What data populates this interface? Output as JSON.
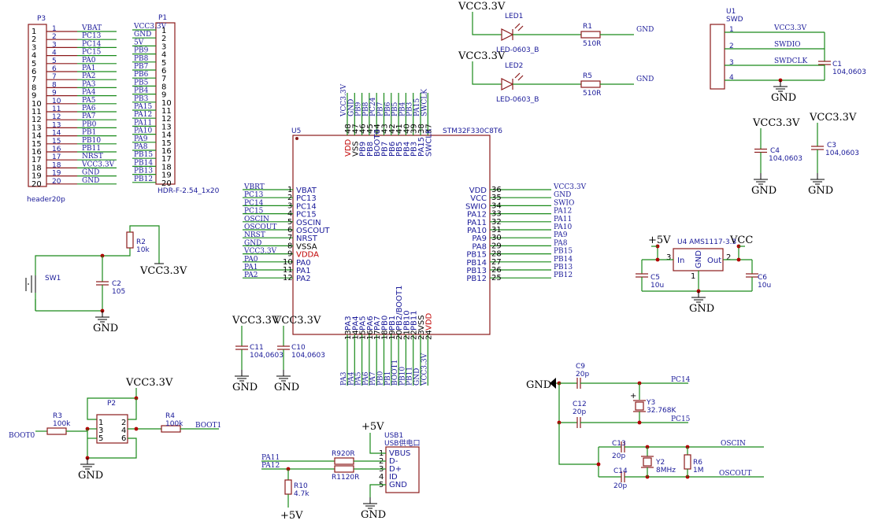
{
  "header_p3": {
    "ref": "P3",
    "value": "header20p",
    "nets": [
      "VBAT",
      "PC13",
      "PC14",
      "PC15",
      "PA0",
      "PA1",
      "PA2",
      "PA3",
      "PA4",
      "PA5",
      "PA6",
      "PA7",
      "PB0",
      "PB1",
      "PB10",
      "PB11",
      "NRST",
      "VCC3.3V",
      "GND",
      "GND"
    ]
  },
  "header_p1": {
    "ref": "P1",
    "value": "HDR-F-2.54_1x20",
    "nets": [
      "VCC3.3V",
      "GND",
      "5V",
      "PB9",
      "PB8",
      "PB7",
      "PB6",
      "PB5",
      "PB4",
      "PB3",
      "PA15",
      "PA12",
      "PA11",
      "PA10",
      "PA9",
      "PA8",
      "PB15",
      "PB14",
      "PB13",
      "PB12"
    ]
  },
  "led1": {
    "vcc": "VCC3.3V",
    "ref": "LED1",
    "value": "LED-0603_B",
    "r_ref": "R1",
    "r_val": "510R",
    "gnd": "GND"
  },
  "led2": {
    "vcc": "VCC3.3V",
    "ref": "LED2",
    "value": "LED-0603_B",
    "r_ref": "R5",
    "r_val": "510R",
    "gnd": "GND"
  },
  "swd": {
    "ref": "U1",
    "value": "SWD",
    "nets": [
      "VCC3.3V",
      "SWDIO",
      "SWDCLK",
      ""
    ],
    "c_ref": "C1",
    "c_val": "104,0603",
    "gnd": "GND"
  },
  "caps_right": [
    {
      "vcc": "VCC3.3V",
      "ref": "C4",
      "val": "104,0603",
      "gnd": "GND"
    },
    {
      "vcc": "VCC3.3V",
      "ref": "C3",
      "val": "104,0603",
      "gnd": "GND"
    }
  ],
  "mcu": {
    "ref": "U5",
    "value": "STM32F330C8T6",
    "left_pins": [
      {
        "n": "1",
        "name": "VBAT",
        "net": "VBRT"
      },
      {
        "n": "2",
        "name": "PC13",
        "net": "PC13"
      },
      {
        "n": "3",
        "name": "PC14",
        "net": "PC14"
      },
      {
        "n": "4",
        "name": "PC15",
        "net": "PC15"
      },
      {
        "n": "5",
        "name": "OSCIN",
        "net": "OSCIN"
      },
      {
        "n": "6",
        "name": "OSCOUT",
        "net": "OSCOUT"
      },
      {
        "n": "7",
        "name": "NRST",
        "net": "NRST"
      },
      {
        "n": "8",
        "name": "VSSA",
        "net": "GND"
      },
      {
        "n": "9",
        "name": "VDDA",
        "net": "VCC3.3V"
      },
      {
        "n": "10",
        "name": "PA0",
        "net": "PA0"
      },
      {
        "n": "11",
        "name": "PA1",
        "net": "PA1"
      },
      {
        "n": "12",
        "name": "PA2",
        "net": "PA2"
      }
    ],
    "right_pins": [
      {
        "n": "36",
        "name": "VDD",
        "net": "VCC3.3V"
      },
      {
        "n": "35",
        "name": "VCC",
        "net": "GND"
      },
      {
        "n": "34",
        "name": "SWIO",
        "net": "SWIO"
      },
      {
        "n": "33",
        "name": "PA12",
        "net": "PA12"
      },
      {
        "n": "32",
        "name": "PA11",
        "net": "PA11"
      },
      {
        "n": "31",
        "name": "PA10",
        "net": "PA10"
      },
      {
        "n": "30",
        "name": "PA9",
        "net": "PA9"
      },
      {
        "n": "29",
        "name": "PA8",
        "net": "PA8"
      },
      {
        "n": "28",
        "name": "PB15",
        "net": "PB15"
      },
      {
        "n": "27",
        "name": "PB14",
        "net": "PB14"
      },
      {
        "n": "26",
        "name": "PB13",
        "net": "PB13"
      },
      {
        "n": "25",
        "name": "PB12",
        "net": "PB12"
      }
    ],
    "top_pins": [
      {
        "n": "48",
        "name": "VDD",
        "net": "VCC3.3V"
      },
      {
        "n": "47",
        "name": "VSS",
        "net": "GND"
      },
      {
        "n": "46",
        "name": "PB9",
        "net": "PB9"
      },
      {
        "n": "45",
        "name": "PB8",
        "net": "PB8"
      },
      {
        "n": "44",
        "name": "BOOT0",
        "net": "PC24"
      },
      {
        "n": "43",
        "name": "PB7",
        "net": "PB7"
      },
      {
        "n": "42",
        "name": "PB6",
        "net": "PB6"
      },
      {
        "n": "41",
        "name": "PB5",
        "net": "PB5"
      },
      {
        "n": "40",
        "name": "PB4",
        "net": "PB4"
      },
      {
        "n": "39",
        "name": "PB3",
        "net": "PB3"
      },
      {
        "n": "38",
        "name": "PA15",
        "net": "PA15"
      },
      {
        "n": "37",
        "name": "SWCLK",
        "net": "SWCLK"
      }
    ],
    "bottom_pins": [
      {
        "n": "13",
        "name": "PA3",
        "net": "PA3"
      },
      {
        "n": "14",
        "name": "PA4",
        "net": "PA4"
      },
      {
        "n": "15",
        "name": "PA5",
        "net": "PA5"
      },
      {
        "n": "16",
        "name": "PA6",
        "net": "PA6"
      },
      {
        "n": "17",
        "name": "PA7",
        "net": "PA7"
      },
      {
        "n": "18",
        "name": "PB0",
        "net": "PB0"
      },
      {
        "n": "19",
        "name": "PB1",
        "net": "PB1"
      },
      {
        "n": "20",
        "name": "PB2/BOOT1",
        "net": "BOOT1"
      },
      {
        "n": "21",
        "name": "PB10",
        "net": "PB10"
      },
      {
        "n": "22",
        "name": "PB11",
        "net": "PB11"
      },
      {
        "n": "23",
        "name": "VSS",
        "net": "GND"
      },
      {
        "n": "24",
        "name": "VDD",
        "net": "VCC3.3V"
      }
    ]
  },
  "reset": {
    "sw": "SW1",
    "r_ref": "R2",
    "r_val": "10k",
    "c_ref": "C2",
    "c_val": "105",
    "vcc": "VCC3.3V",
    "gnd": "GND"
  },
  "decoup": [
    {
      "vcc": "VCC3.3V",
      "ref": "C11",
      "val": "104,0603",
      "gnd": "GND"
    },
    {
      "vcc": "VCC3.3V",
      "ref": "C10",
      "val": "104,0603",
      "gnd": "GND"
    }
  ],
  "ldo": {
    "ref": "U4",
    "value": "AMS1117-3.3",
    "vin": "+5V",
    "vout": "VCC",
    "pin_in": "In",
    "pin_gnd": "GND",
    "pin_out": "Out",
    "n_in": "3",
    "n_gnd": "1",
    "n_out": "2",
    "c_in_ref": "C5",
    "c_in_val": "10u",
    "c_out_ref": "C6",
    "c_out_val": "10u",
    "gnd": "GND"
  },
  "boot": {
    "ref": "P2",
    "vcc": "VCC3.3V",
    "gnd": "GND",
    "r_left_ref": "R3",
    "r_left_val": "100k",
    "net_left": "BOOT0",
    "r_right_ref": "R4",
    "r_right_val": "100k",
    "net_right": "BOOT1",
    "pins": [
      "1",
      "2",
      "3",
      "4",
      "5",
      "6"
    ]
  },
  "usb": {
    "ref": "USB1",
    "value": "USB供电口",
    "vcc": "+5V",
    "gnd": "GND",
    "pins": [
      {
        "n": "1",
        "name": "VBUS"
      },
      {
        "n": "2",
        "name": "D-"
      },
      {
        "n": "3",
        "name": "D+"
      },
      {
        "n": "4",
        "name": "ID"
      },
      {
        "n": "5",
        "name": "GND"
      }
    ],
    "r9": "R920R",
    "r11": "R1120R",
    "net_dm": "PA11",
    "net_dp": "PA12",
    "r10_ref": "R10",
    "r10_val": "4.7k",
    "pull": "+5V"
  },
  "crystal32": {
    "gnd": "GND",
    "c9_ref": "C9",
    "c9_val": "20p",
    "c12_ref": "C12",
    "c12_val": "20p",
    "y_ref": "Y3",
    "y_val": "32.768K",
    "net_a": "PC14",
    "net_b": "PC15"
  },
  "crystal8": {
    "c13_ref": "C13",
    "c13_val": "20p",
    "c14_ref": "C14",
    "c14_val": "20p",
    "y_ref": "Y2",
    "y_val": "8MHz",
    "r_ref": "R6",
    "r_val": "1M",
    "net_a": "OSCIN",
    "net_b": "OSCOUT"
  }
}
